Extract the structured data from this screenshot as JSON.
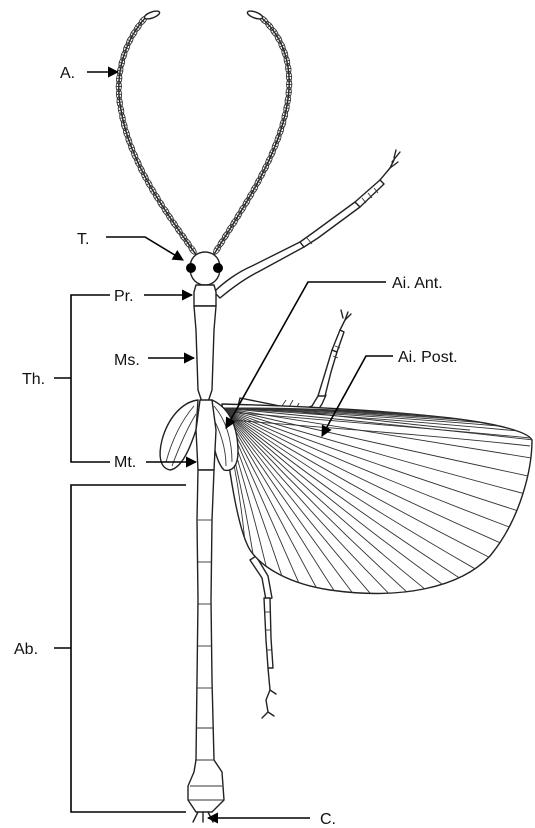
{
  "labels": {
    "antenna": "A.",
    "head": "T.",
    "prothorax": "Pr.",
    "mesothorax": "Ms.",
    "thorax": "Th.",
    "metathorax": "Mt.",
    "forewing": "Ai. Ant.",
    "hindwing": "Ai. Post.",
    "abdomen": "Ab.",
    "cercus": "C."
  }
}
